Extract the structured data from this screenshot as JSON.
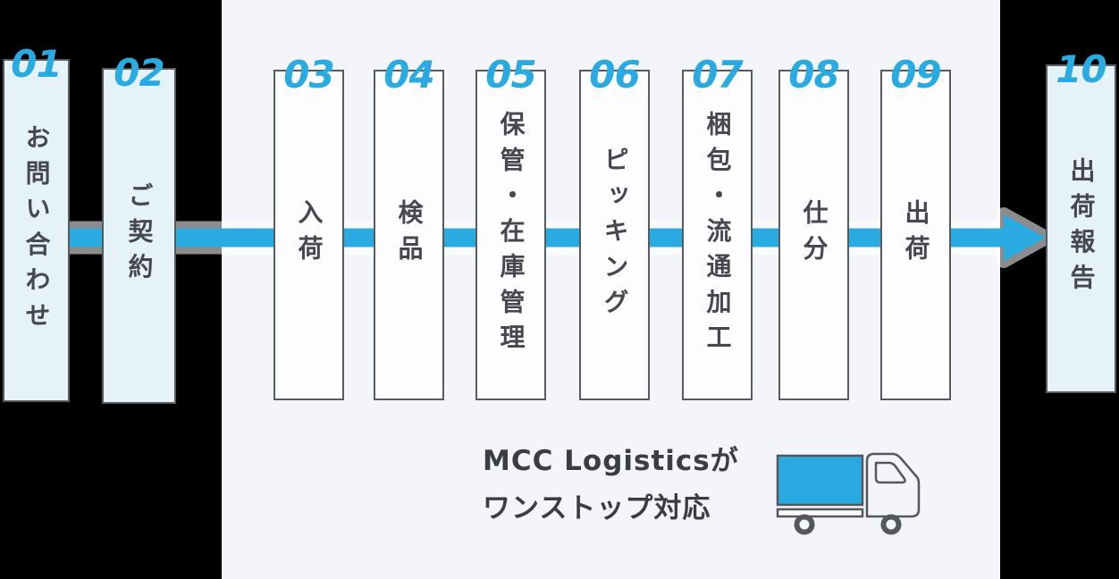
{
  "diagram_title": "logistics-process-flow",
  "steps": [
    {
      "num": "01",
      "label": "お問い合わせ"
    },
    {
      "num": "02",
      "label": "ご契約"
    },
    {
      "num": "03",
      "label": "入荷"
    },
    {
      "num": "04",
      "label": "検品"
    },
    {
      "num": "05",
      "label": "保管・在庫管理"
    },
    {
      "num": "06",
      "label": "ピッキング"
    },
    {
      "num": "07",
      "label": "梱包・流通加工"
    },
    {
      "num": "08",
      "label": "仕分"
    },
    {
      "num": "09",
      "label": "出荷"
    },
    {
      "num": "10",
      "label": "出荷報告"
    }
  ],
  "caption": {
    "line1": "MCC Logisticsが",
    "line2": "ワンストップ対応"
  },
  "colors": {
    "accent_blue": "#29abe2",
    "number_blue": "#29abe2",
    "panel_background": "#f3f5f8",
    "card_tint": "#e5f2f7",
    "card_white": "#fdfdff",
    "card_border_gray": "#565b60",
    "label_text": "#474750",
    "caption_text": "#3b3d45",
    "outer_background": "#000000"
  },
  "icons": {
    "truck": "truck-icon"
  }
}
